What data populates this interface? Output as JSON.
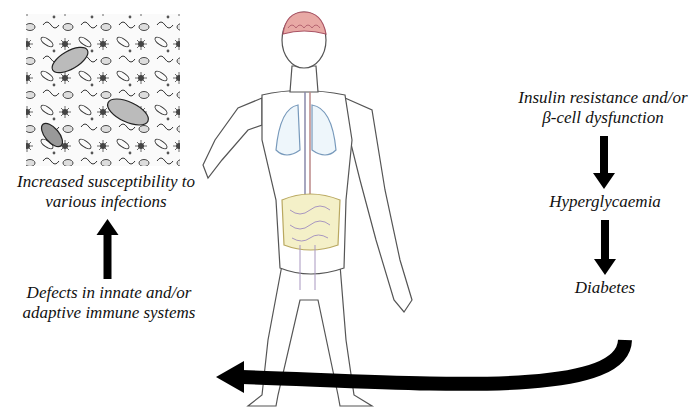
{
  "diagram": {
    "nodes": [
      {
        "text": [
          "Insulin resistance and/or β-cell dysfunction"
        ]
      },
      {
        "text": [
          "Hyperglycaemia"
        ]
      },
      {
        "text": [
          "Diabetes"
        ]
      },
      {
        "text": [
          "Defects in innate and/or adaptive immune systems"
        ]
      },
      {
        "text": [
          "Increased susceptibility to various infections"
        ]
      }
    ],
    "edges": [
      {
        "from": 0,
        "to": 1,
        "arrow": "to"
      },
      {
        "from": 1,
        "to": 2,
        "arrow": "to"
      },
      {
        "from": 2,
        "to": 3,
        "arrow": "to"
      },
      {
        "from": 3,
        "to": 4,
        "arrow": "to"
      }
    ]
  }
}
